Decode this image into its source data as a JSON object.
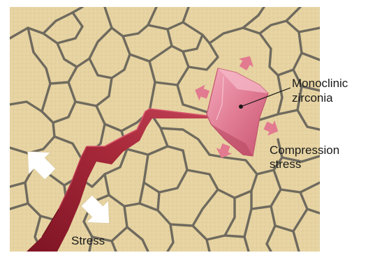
{
  "labels": {
    "monoclinic_line1": "Monoclinic",
    "monoclinic_line2": "zirconia",
    "compression_line1": "Compression",
    "compression_line2": "stress",
    "stress": "Stress"
  },
  "colors": {
    "grain_fill": "#e6d3a1",
    "grain_boundary": "#6f6a5e",
    "crack": "#a8293a",
    "crystal": "#e07b93",
    "compression_arrow": "#e27a90",
    "stress_arrow": "#ffffff"
  }
}
